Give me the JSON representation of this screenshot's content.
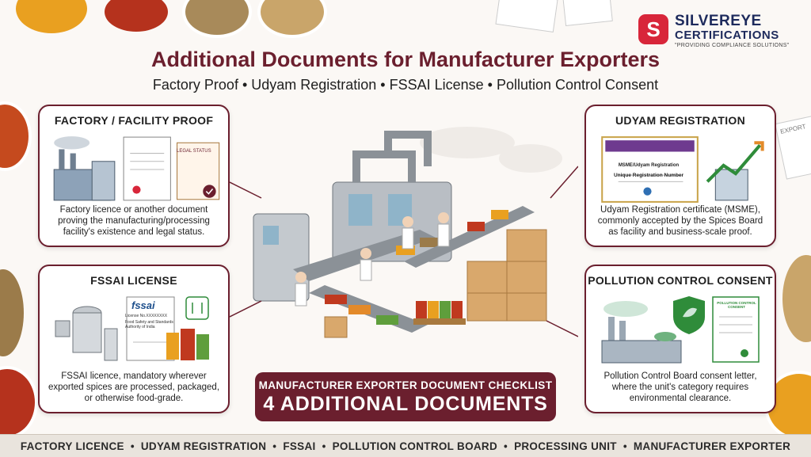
{
  "header": {
    "title": "Additional Documents for Manufacturer Exporters",
    "subtitle": "Factory Proof • Udyam Registration • FSSAI License • Pollution Control Consent"
  },
  "logo": {
    "name_line1": "SILVEREYE",
    "name_line2": "CERTIFICATIONS",
    "tagline": "\"PROVIDING COMPLIANCE SOLUTIONS\"",
    "icon": "silvereye-s-logo"
  },
  "cards": {
    "factory": {
      "title": "FACTORY / FACILITY PROOF",
      "description": "Factory licence or another document proving the manufacturing/processing facility's existence and legal status.",
      "doc_label": "LEGAL STATUS"
    },
    "udyam": {
      "title": "UDYAM REGISTRATION",
      "description": "Udyam Registration certificate (MSME), commonly accepted by the Spices Board as facility and business-scale proof.",
      "cert_heading": "MSME/Udyam Registration",
      "cert_number": "Unique Registration Number"
    },
    "fssai": {
      "title": "FSSAI LICENSE",
      "description": "FSSAI licence, mandatory wherever exported spices are processed, packaged, or otherwise food-grade.",
      "logo_text": "fssai",
      "license_no": "License No.XXXXXXXX",
      "authority": "Food Safety and Standards Authority of India"
    },
    "pollution": {
      "title": "POLLUTION CONTROL CONSENT",
      "description": "Pollution Control Board consent letter, where the unit's category requires environmental clearance.",
      "doc_label": "POLLUTION CONTROL CONSENT"
    }
  },
  "checklist": {
    "line1": "MANUFACTURER EXPORTER DOCUMENT CHECKLIST",
    "line2": "4 ADDITIONAL DOCUMENTS"
  },
  "footer": {
    "items": [
      "FACTORY LICENCE",
      "UDYAM REGISTRATION",
      "FSSAI",
      "POLLUTION CONTROL BOARD",
      "PROCESSING UNIT",
      "MANUFACTURER EXPORTER"
    ],
    "separator": "•"
  },
  "decor": {
    "export_doc_label": "EXPORT",
    "colors": {
      "brand": "#6b1f2e",
      "logo_red": "#d8263a",
      "logo_navy": "#1d2a5c",
      "turmeric": "#e9a020",
      "chili": "#c0391f",
      "cumin": "#9b7b4a"
    }
  }
}
